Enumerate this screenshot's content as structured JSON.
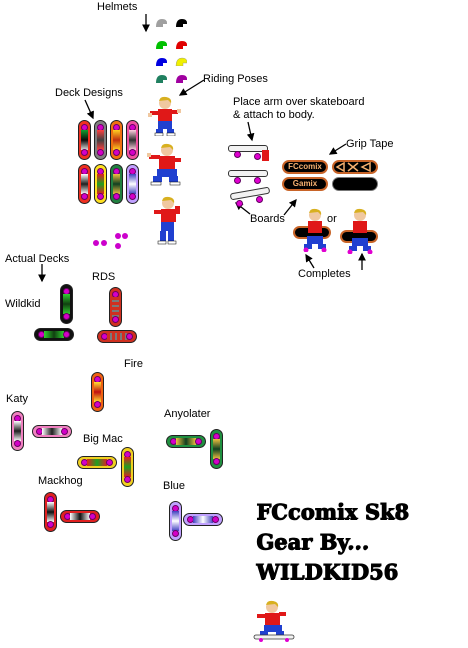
{
  "labels": {
    "helmets": "Helmets",
    "riding_poses": "Riding Poses",
    "deck_designs": "Deck Designs",
    "instruction": "Place arm over skateboard\n& attach to body.",
    "grip_tape": "Grip Tape",
    "boards": "Boards",
    "or": "or",
    "completes": "Completes",
    "actual_decks": "Actual Decks",
    "rds": "RDS",
    "wildkid": "Wildkid",
    "fire": "Fire",
    "katy": "Katy",
    "anyolater": "Anyolater",
    "big_mac": "Big Mac",
    "mackhog": "Mackhog",
    "blue": "Blue"
  },
  "grip_tape": {
    "logo_1": "FCcomix",
    "logo_2": "Gamix"
  },
  "credits": {
    "line1": "FCcomix Sk8",
    "line2": "Gear By...",
    "line3": "WILDKID56"
  },
  "colors": {
    "helmet_grey": "#a0a0a0",
    "helmet_black": "#000000",
    "helmet_green": "#00c000",
    "helmet_red": "#e00000",
    "helmet_blue": "#0000e0",
    "helmet_yellow": "#f0f000",
    "helmet_teal": "#208060",
    "helmet_purple": "#a000a0",
    "shirt_red": "#e01818",
    "pants_blue": "#2040d0",
    "wheel_magenta": "#e000d0",
    "grip_orange": "#c86428"
  }
}
